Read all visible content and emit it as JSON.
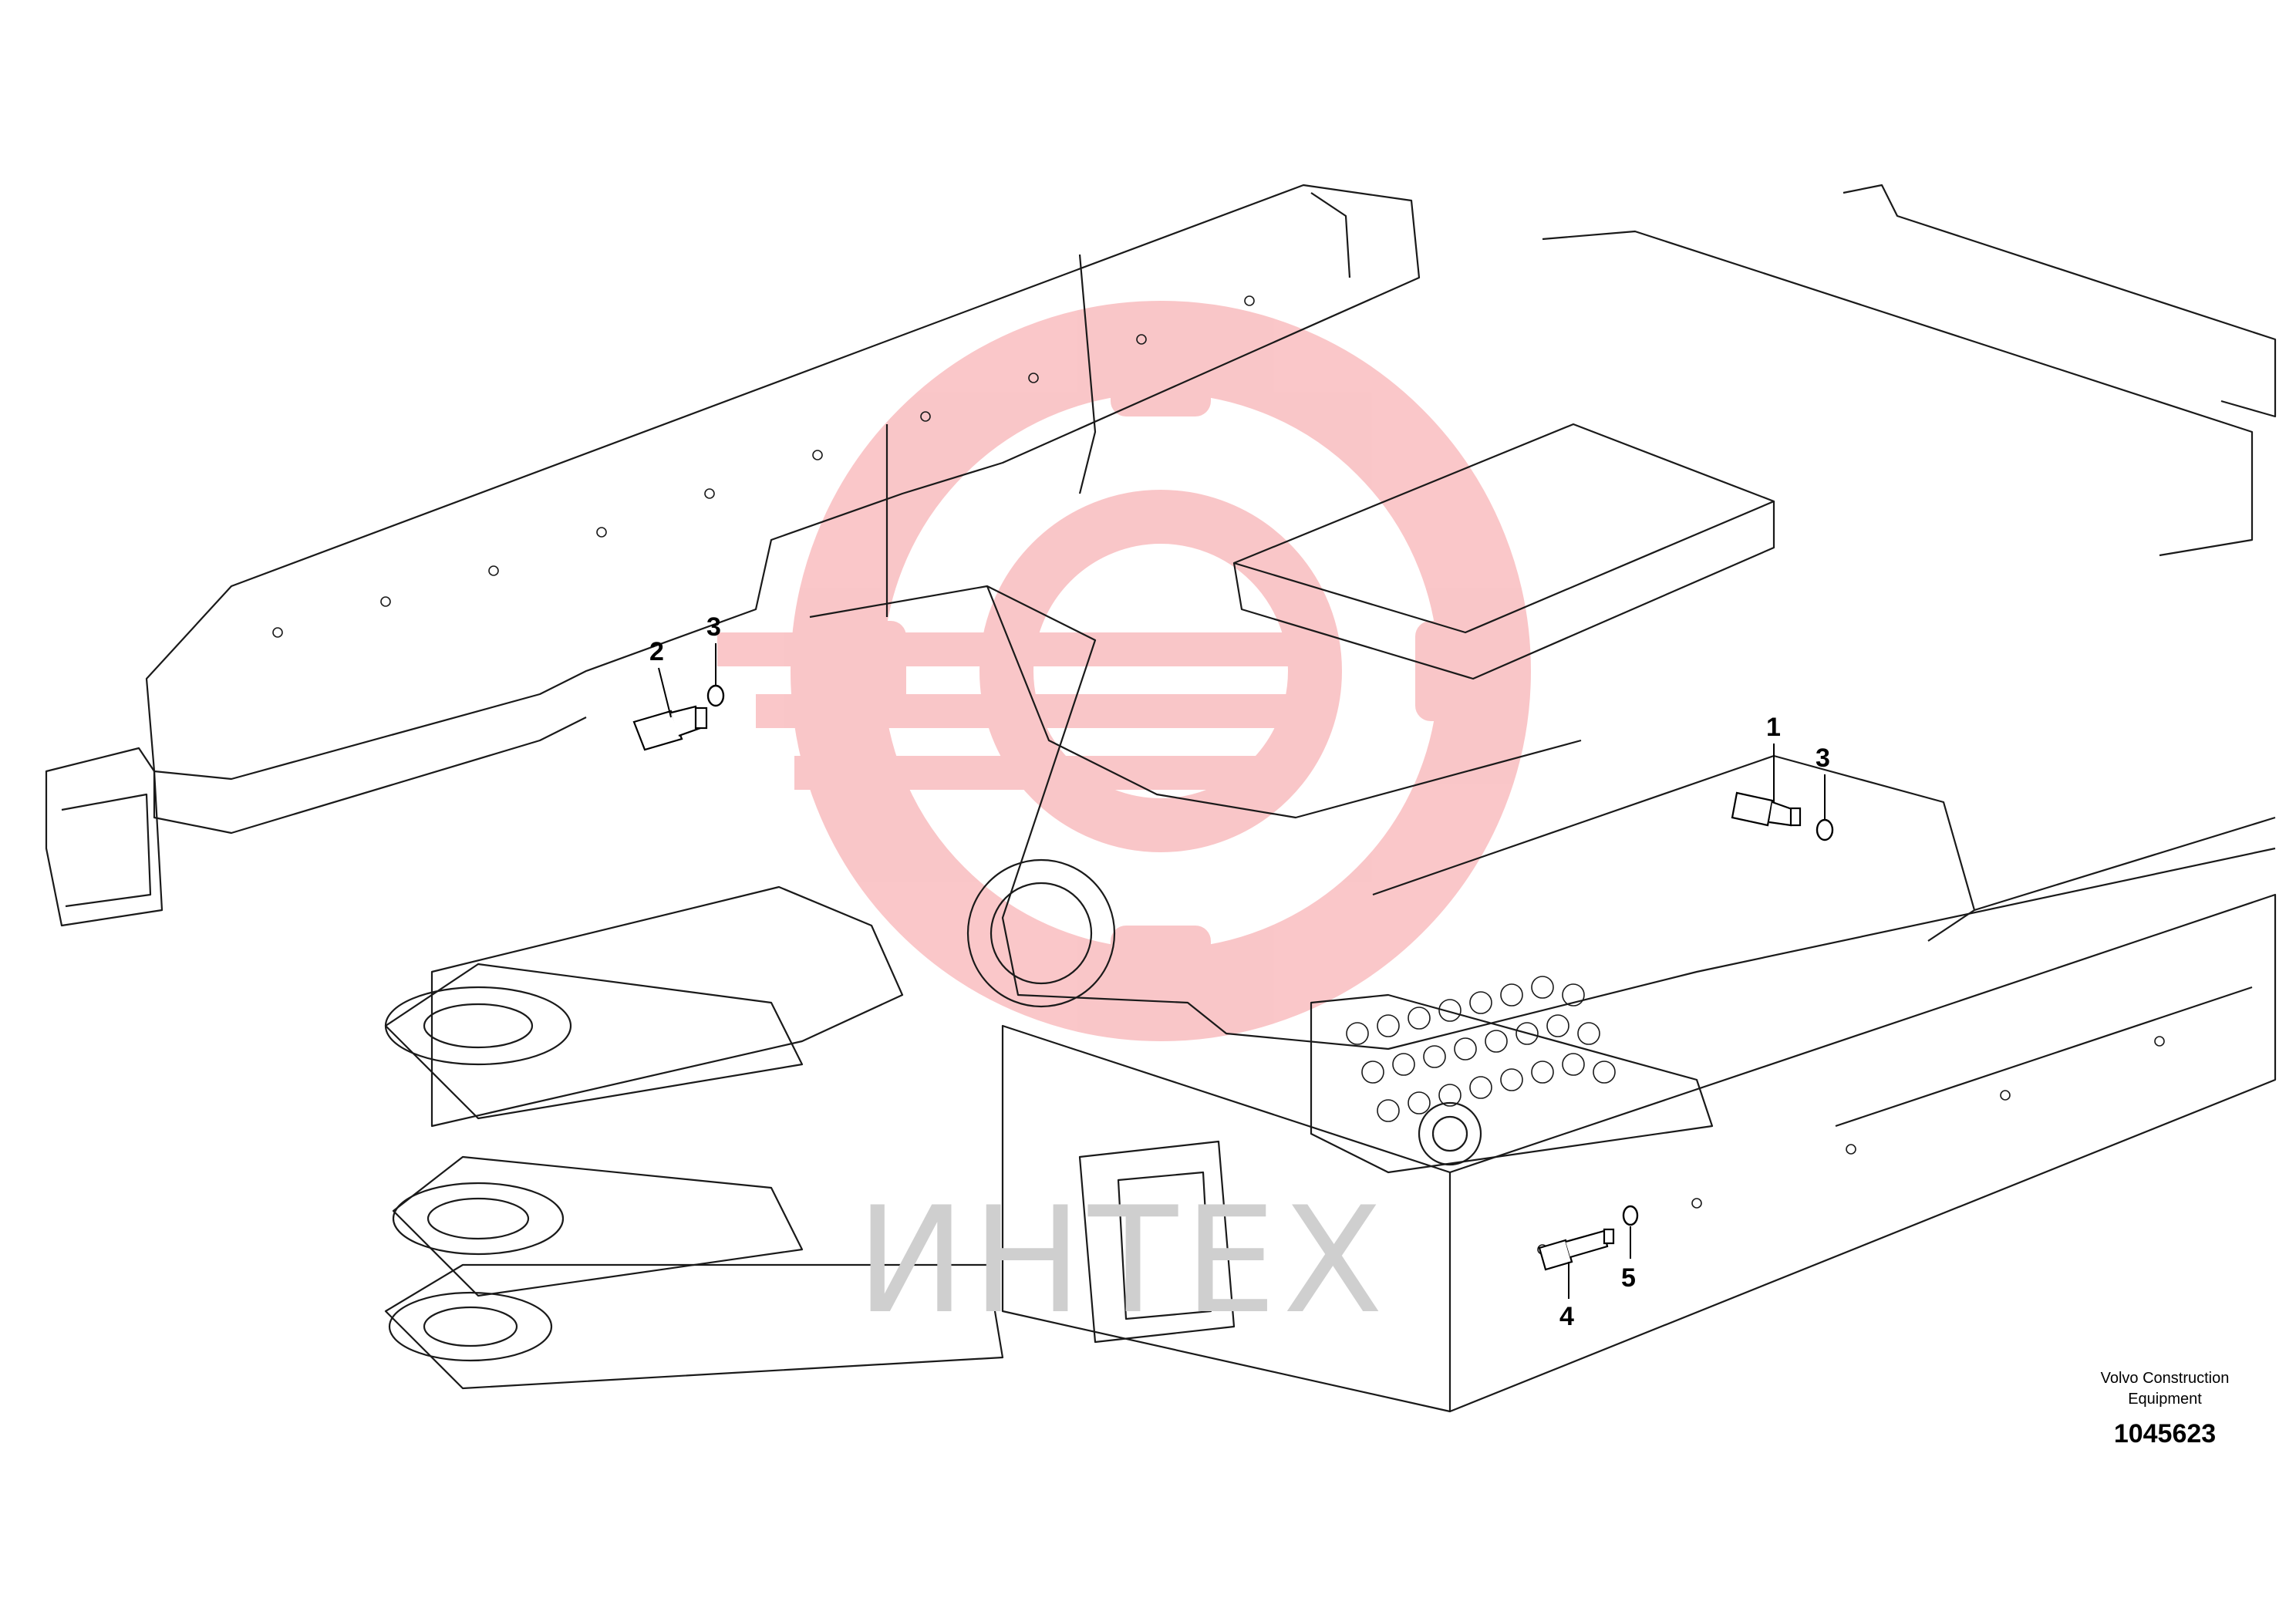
{
  "watermark": {
    "text": "ИНТЕХ",
    "logo_color": "#e8000a",
    "text_color": "#cfcfcf",
    "logo": "gear-wrench-logo"
  },
  "callouts": [
    {
      "id": "1",
      "label": "1"
    },
    {
      "id": "2",
      "label": "2"
    },
    {
      "id": "3a",
      "label": "3"
    },
    {
      "id": "3b",
      "label": "3"
    },
    {
      "id": "4",
      "label": "4"
    },
    {
      "id": "5",
      "label": "5"
    }
  ],
  "credit": {
    "line1": "Volvo Construction",
    "line2": "Equipment",
    "code": "1045623"
  }
}
